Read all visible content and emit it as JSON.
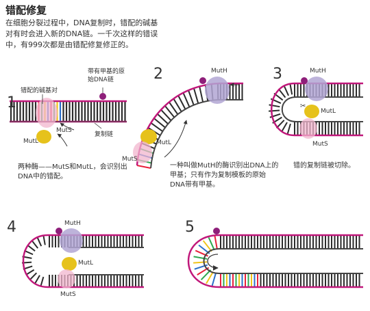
{
  "title": "错配修复",
  "intro": "在细胞分裂过程中，DNA复制时，错配的碱基对有时会进入新的DNA链。一千次这样的错误中，有999次都是由错配修复修正的。",
  "steps": [
    {
      "num": "1",
      "labels": {
        "mismatch": "错配的碱基对",
        "methyl": "带有甲基的原始DNA链",
        "replica": "复制链",
        "muts": "MutS",
        "mutl": "MutL"
      },
      "caption": "两种酶——MutS和MutL，会识别出DNA中的错配。"
    },
    {
      "num": "2",
      "labels": {
        "muth": "MutH",
        "mutl": "MutL",
        "muts": "MutS"
      },
      "caption": "一种叫做MutH的酶识别出DNA上的甲基；只有作为复制模板的原始DNA带有甲基。"
    },
    {
      "num": "3",
      "labels": {
        "muth": "MutH",
        "mutl": "MutL",
        "muts": "MutS"
      },
      "caption": "错的复制链被切除。"
    },
    {
      "num": "4",
      "labels": {
        "muth": "MutH",
        "mutl": "MutL",
        "muts": "MutS"
      }
    },
    {
      "num": "5"
    }
  ],
  "colors": {
    "backbone": "#c0177a",
    "rung": "#2b2b2b",
    "muts": "#f2b5cd",
    "mutl": "#e6c21c",
    "muth": "#b2a6d4",
    "methyl": "#8e1f7a",
    "base_colors": [
      "#e8203a",
      "#2fa84f",
      "#f0c419",
      "#2b6fc9"
    ]
  }
}
